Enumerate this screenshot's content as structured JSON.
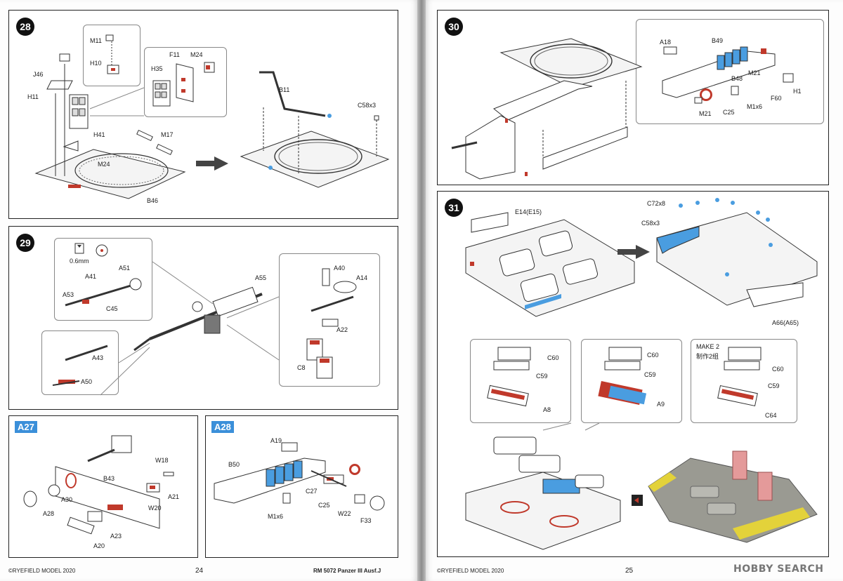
{
  "left_page": {
    "step28": {
      "number": "28",
      "labels": {
        "m11": "M11",
        "h10": "H10",
        "j46": "J46",
        "h11": "H11",
        "f11": "F11",
        "m24a": "M24",
        "h35": "H35",
        "h41": "H41",
        "m17": "M17",
        "m24b": "M24",
        "b46": "B46",
        "b11": "B11",
        "c58": "C58x3"
      }
    },
    "step29": {
      "number": "29",
      "labels": {
        "drill": "0.6mm",
        "a51": "A51",
        "a41": "A41",
        "a53": "A53",
        "c45": "C45",
        "a55": "A55",
        "a40": "A40",
        "a14": "A14",
        "a22": "A22",
        "c8": "C8",
        "a43": "A43",
        "a50": "A50"
      }
    },
    "a27": {
      "tag": "A27",
      "labels": {
        "w18": "W18",
        "b43": "B43",
        "a30": "A30",
        "a21": "A21",
        "w20": "W20",
        "a28": "A28",
        "a23": "A23",
        "a20": "A20"
      }
    },
    "a28": {
      "tag": "A28",
      "labels": {
        "a19": "A19",
        "b50": "B50",
        "c27": "C27",
        "c25": "C25",
        "m1x6": "M1x6",
        "w22": "W22",
        "f33": "F33"
      }
    },
    "footer": {
      "copyright": "©RYEFIELD MODEL 2020",
      "page": "24",
      "product": "RM 5072 Panzer III Ausf.J"
    }
  },
  "right_page": {
    "step30": {
      "number": "30",
      "labels": {
        "a18": "A18",
        "b49": "B49",
        "m21a": "M21",
        "b48": "B48",
        "h1": "H1",
        "m21b": "M21",
        "c25": "C25",
        "m1x6": "M1x6",
        "f60": "F60"
      }
    },
    "step31": {
      "number": "31",
      "labels": {
        "e14": "E14(E15)",
        "c72": "C72x8",
        "c58": "C58x3",
        "a66": "A66(A65)",
        "c60a": "C60",
        "c59a": "C59",
        "a8": "A8",
        "c60b": "C60",
        "c59b": "C59",
        "a9": "A9",
        "make2": "MAKE 2",
        "make2_cn": "制作2组",
        "c60c": "C60",
        "c59c": "C59",
        "c64": "C64"
      }
    },
    "footer": {
      "copyright": "©RYEFIELD MODEL 2020",
      "page": "25"
    },
    "watermark": "HOBBY SEARCH"
  },
  "colors": {
    "accent_blue": "#4a9de0",
    "accent_red": "#c0392b",
    "sub_tag": "#3b8fd9",
    "yellow_mesh": "#e3d23a",
    "pink_part": "#e49a9a",
    "hull_grey": "#9a9a92"
  }
}
